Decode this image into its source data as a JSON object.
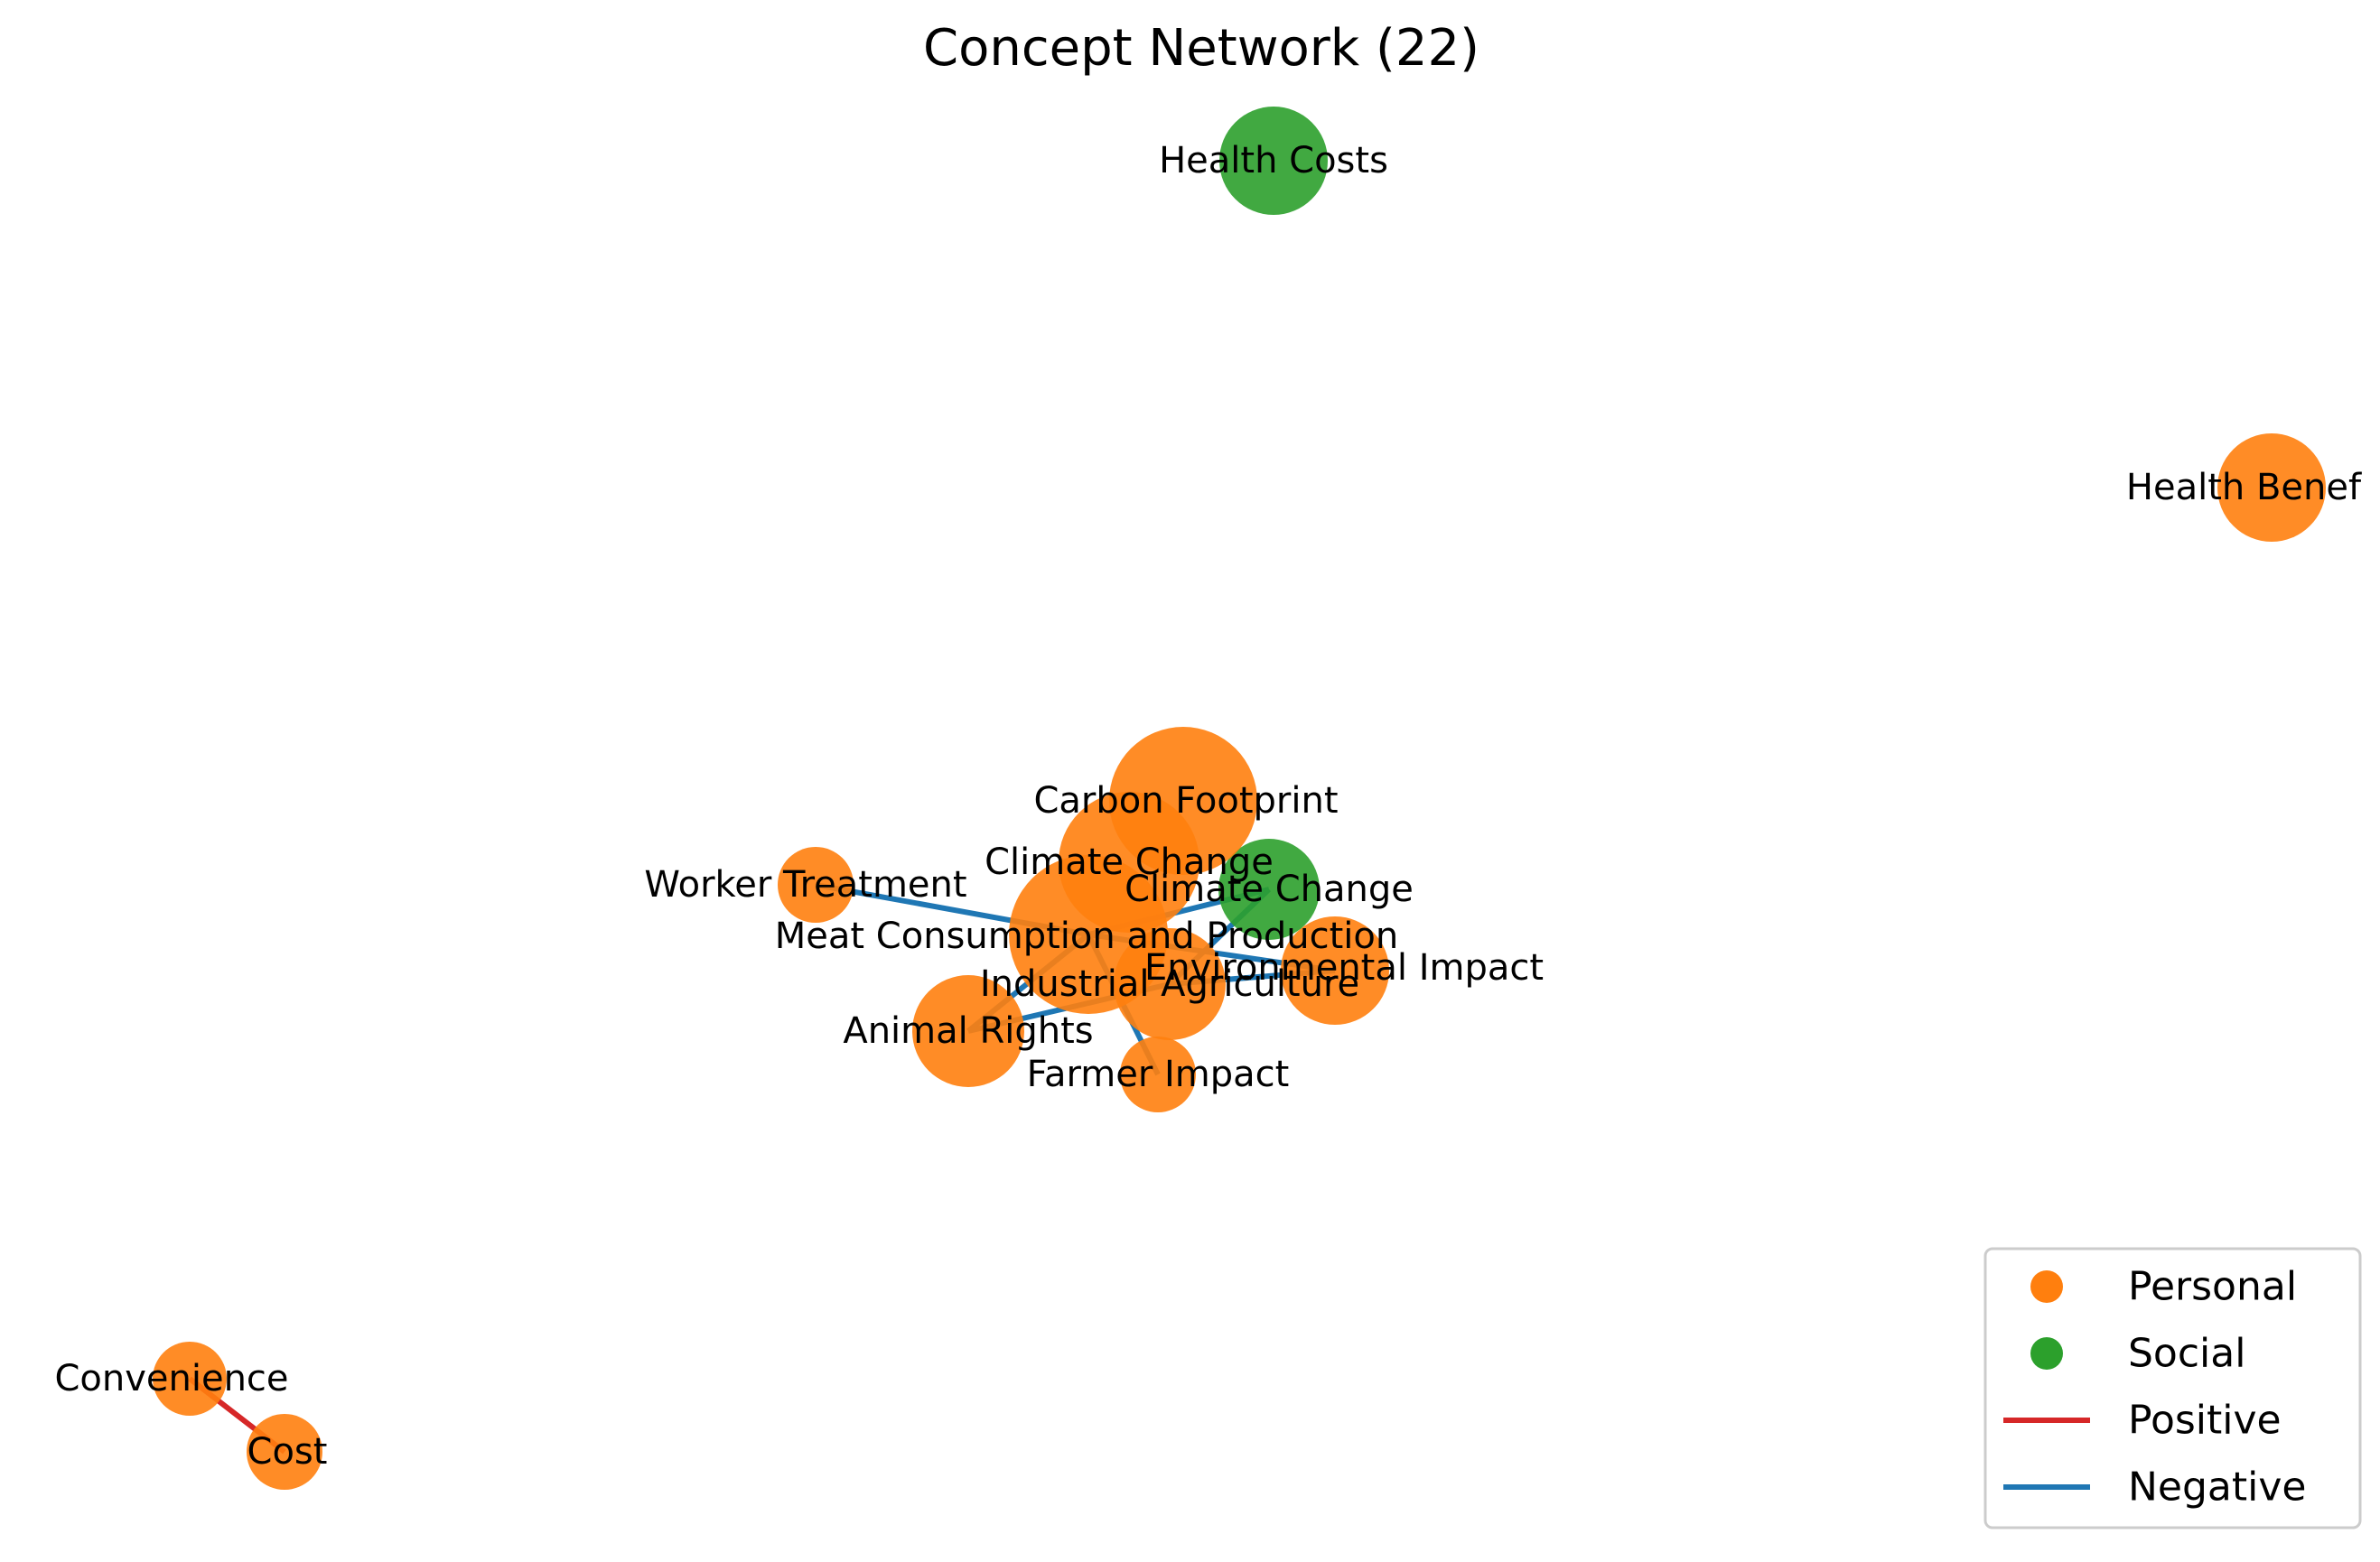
{
  "title": "Concept Network (22)",
  "colors": {
    "personal": "#ff7f0e",
    "social": "#2ca02c",
    "positive": "#d62728",
    "negative": "#1f77b4"
  },
  "nodes": [
    {
      "id": "carbon",
      "label": "Carbon Footprint",
      "category": "personal"
    },
    {
      "id": "climate1",
      "label": "Climate Change",
      "category": "personal"
    },
    {
      "id": "climate2",
      "label": "Climate Change",
      "category": "social"
    },
    {
      "id": "meat",
      "label": "Meat Consumption and Production",
      "category": "personal"
    },
    {
      "id": "industrial",
      "label": "Industrial Agriculture",
      "category": "personal"
    },
    {
      "id": "environmental",
      "label": "Environmental Impact",
      "category": "personal"
    },
    {
      "id": "animal",
      "label": "Animal Rights",
      "category": "personal"
    },
    {
      "id": "farmer",
      "label": "Farmer Impact",
      "category": "personal"
    },
    {
      "id": "worker",
      "label": "Worker Treatment",
      "category": "personal"
    },
    {
      "id": "healthcosts",
      "label": "Health Costs",
      "category": "social"
    },
    {
      "id": "healthbenefits",
      "label": "Health Benef",
      "category": "personal"
    },
    {
      "id": "convenience",
      "label": "Convenience",
      "category": "personal"
    },
    {
      "id": "cost",
      "label": "Cost",
      "category": "personal"
    }
  ],
  "edges": [
    {
      "source": "worker",
      "target": "meat",
      "polarity": "negative"
    },
    {
      "source": "meat",
      "target": "environmental",
      "polarity": "negative"
    },
    {
      "source": "meat",
      "target": "climate2",
      "polarity": "negative"
    },
    {
      "source": "industrial",
      "target": "climate2",
      "polarity": "negative"
    },
    {
      "source": "animal",
      "target": "meat",
      "polarity": "negative"
    },
    {
      "source": "animal",
      "target": "industrial",
      "polarity": "negative"
    },
    {
      "source": "meat",
      "target": "farmer",
      "polarity": "negative"
    },
    {
      "source": "industrial",
      "target": "environmental",
      "polarity": "negative"
    },
    {
      "source": "convenience",
      "target": "cost",
      "polarity": "positive"
    }
  ],
  "legend": [
    {
      "type": "node",
      "category": "personal",
      "label": "Personal"
    },
    {
      "type": "node",
      "category": "social",
      "label": "Social"
    },
    {
      "type": "edge",
      "polarity": "positive",
      "label": "Positive"
    },
    {
      "type": "edge",
      "polarity": "negative",
      "label": "Negative"
    }
  ]
}
